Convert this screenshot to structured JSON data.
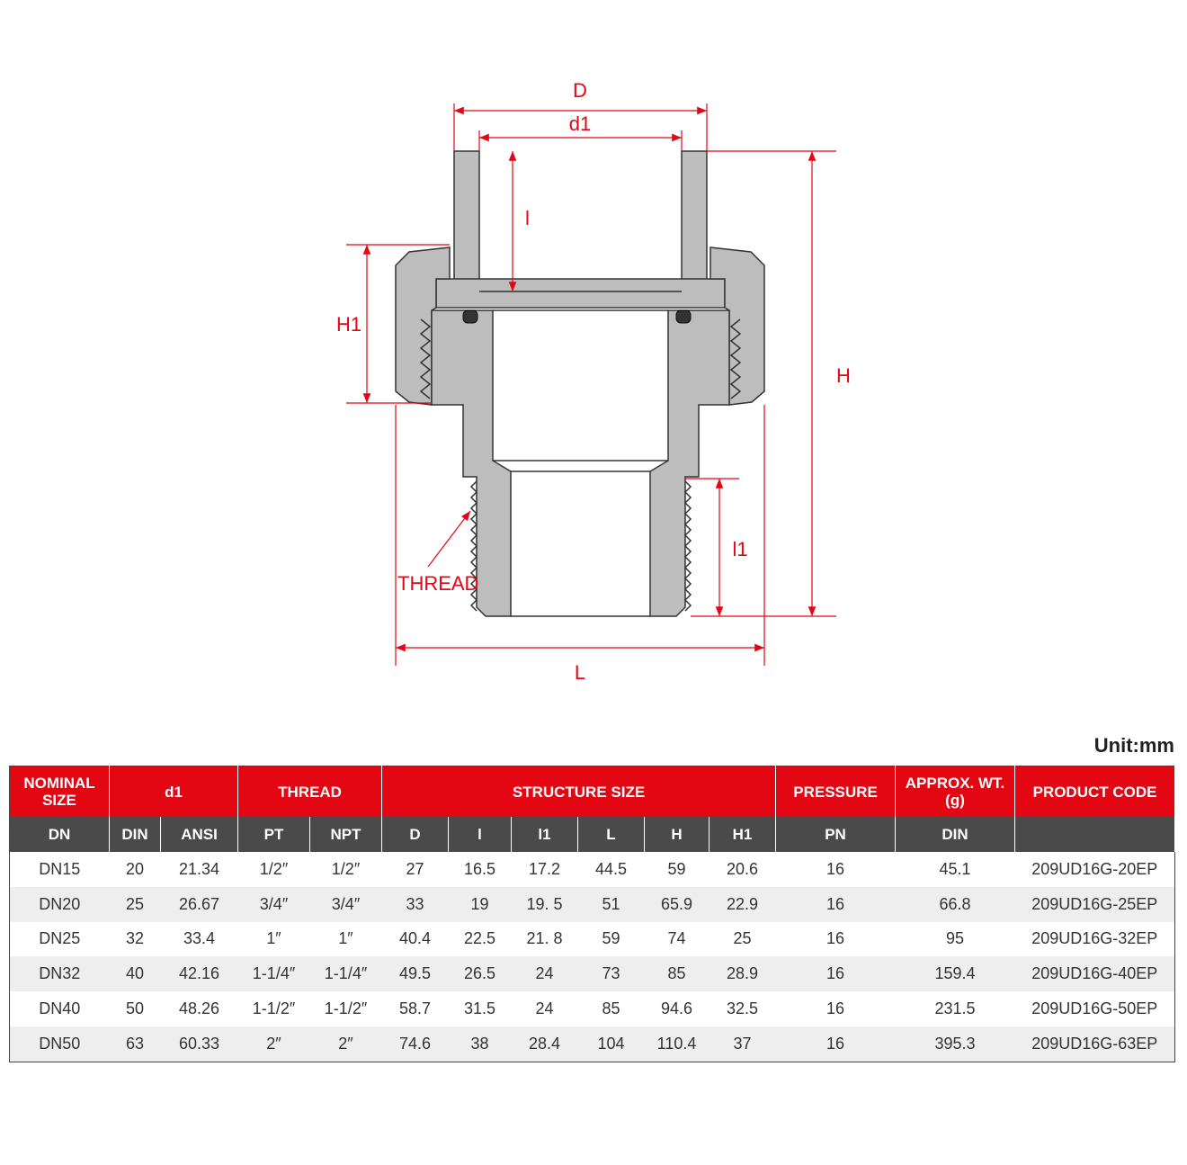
{
  "diagram": {
    "labels": {
      "D": "D",
      "d1": "d1",
      "l": "l",
      "H1": "H1",
      "H": "H",
      "l1": "l1",
      "thread": "THREAD",
      "L": "L"
    },
    "colors": {
      "dimension": "#e30613",
      "body": "#bdbdbd",
      "outline": "#333333"
    }
  },
  "unit_label": "Unit:mm",
  "table": {
    "header_groups": [
      {
        "label": "NOMINAL SIZE",
        "span": 1
      },
      {
        "label": "d1",
        "span": 2
      },
      {
        "label": "THREAD",
        "span": 2
      },
      {
        "label": "STRUCTURE SIZE",
        "span": 6
      },
      {
        "label": "PRESSURE",
        "span": 1
      },
      {
        "label": "APPROX. WT.(g)",
        "span": 1
      },
      {
        "label": "PRODUCT CODE",
        "span": 1
      }
    ],
    "sub_headers": [
      "DN",
      "DIN",
      "ANSI",
      "PT",
      "NPT",
      "D",
      "l",
      "l1",
      "L",
      "H",
      "H1",
      "PN",
      "DIN",
      ""
    ],
    "rows": [
      [
        "DN15",
        "20",
        "21.34",
        "1/2″",
        "1/2″",
        "27",
        "16.5",
        "17.2",
        "44.5",
        "59",
        "20.6",
        "16",
        "45.1",
        "209UD16G-20EP"
      ],
      [
        "DN20",
        "25",
        "26.67",
        "3/4″",
        "3/4″",
        "33",
        "19",
        "19. 5",
        "51",
        "65.9",
        "22.9",
        "16",
        "66.8",
        "209UD16G-25EP"
      ],
      [
        "DN25",
        "32",
        "33.4",
        "1″",
        "1″",
        "40.4",
        "22.5",
        "21. 8",
        "59",
        "74",
        "25",
        "16",
        "95",
        "209UD16G-32EP"
      ],
      [
        "DN32",
        "40",
        "42.16",
        "1-1/4″",
        "1-1/4″",
        "49.5",
        "26.5",
        "24",
        "73",
        "85",
        "28.9",
        "16",
        "159.4",
        "209UD16G-40EP"
      ],
      [
        "DN40",
        "50",
        "48.26",
        "1-1/2″",
        "1-1/2″",
        "58.7",
        "31.5",
        "24",
        "85",
        "94.6",
        "32.5",
        "16",
        "231.5",
        "209UD16G-50EP"
      ],
      [
        "DN50",
        "63",
        "60.33",
        "2″",
        "2″",
        "74.6",
        "38",
        "28.4",
        "104",
        "110.4",
        "37",
        "16",
        "395.3",
        "209UD16G-63EP"
      ]
    ]
  }
}
